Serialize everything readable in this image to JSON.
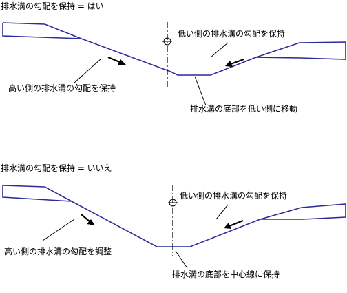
{
  "colors": {
    "ditch_line": "#2b2b9a",
    "annotation": "#000000",
    "background": "#ffffff"
  },
  "diagram_top": {
    "title": "排水溝の勾配を保持 = はい",
    "label_left": "高い側の排水溝の勾配を保持",
    "label_right": "低い側の排水溝の勾配を保持",
    "label_bottom": "排水溝の底部を低い側に移動"
  },
  "diagram_bottom": {
    "title": "排水溝の勾配を保持 = いいえ",
    "label_left": "高い側の排水溝の勾配を調整",
    "label_right": "低い側の排水溝の勾配を保持",
    "label_bottom": "排水溝の底部を中心線に保持"
  },
  "icons": {
    "centerline_marker": "circle-crosshair-icon",
    "slope_direction": "arrow-icon"
  }
}
